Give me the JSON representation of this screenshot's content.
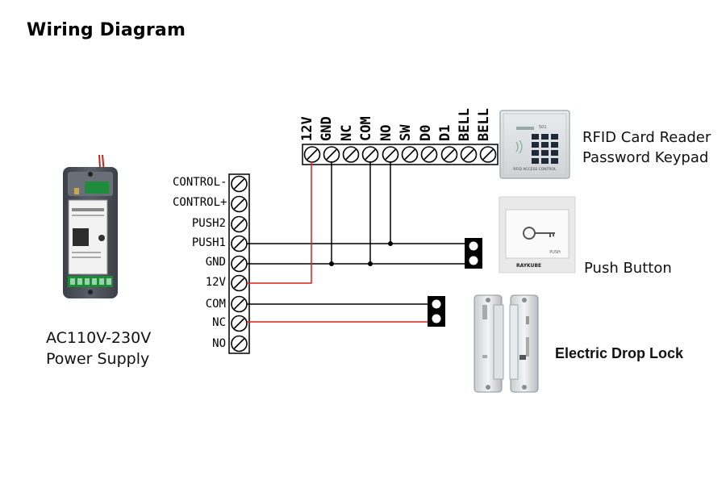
{
  "title": "Wiring Diagram",
  "power_supply": {
    "line1": "AC110V-230V",
    "line2": "Power Supply"
  },
  "controller_terminals": [
    "CONTROL-",
    "CONTROL+",
    "PUSH2",
    "PUSH1",
    "GND",
    "12V",
    "COM",
    "NC",
    "NO"
  ],
  "keypad_terminals": [
    "12V",
    "GND",
    "NC",
    "COM",
    "NO",
    "SW",
    "D0",
    "D1",
    "BELL",
    "BELL"
  ],
  "keypad": {
    "line1": "RFID Card Reader",
    "line2": "Password Keypad",
    "brand_text": "RFID ACCESS CONTROL",
    "display_text": "501"
  },
  "push_button": {
    "label": "Push Button",
    "brand": "RAYKUBE",
    "button_text": "PUSH"
  },
  "lock": {
    "label": "Electric Drop Lock"
  },
  "colors": {
    "black_wire": "#000000",
    "red_wire": "#d9221c",
    "power_supply_body": "#4a4f57",
    "terminal_green": "#1d8a3a"
  }
}
